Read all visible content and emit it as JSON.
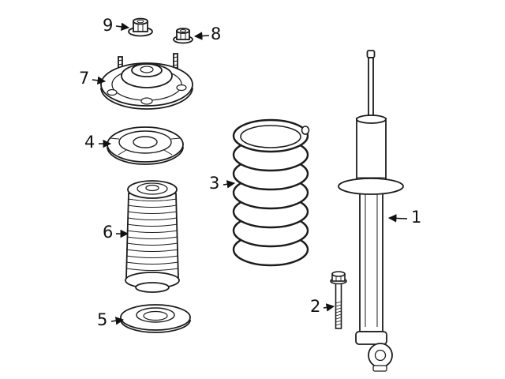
{
  "diagram": {
    "kind": "exploded-parts-diagram",
    "subject": "suspension-strut-and-coil-spring-assembly",
    "colors": {
      "line": "#1c1c1c",
      "background": "#ffffff",
      "label": "#111111"
    },
    "callouts": [
      {
        "number": "1",
        "part": "shock-absorber"
      },
      {
        "number": "2",
        "part": "mounting-bolt"
      },
      {
        "number": "3",
        "part": "coil-spring"
      },
      {
        "number": "4",
        "part": "upper-spring-seat"
      },
      {
        "number": "5",
        "part": "lower-spring-pad"
      },
      {
        "number": "6",
        "part": "dust-boot"
      },
      {
        "number": "7",
        "part": "strut-mount"
      },
      {
        "number": "8",
        "part": "nut"
      },
      {
        "number": "9",
        "part": "flange-nut"
      }
    ]
  }
}
